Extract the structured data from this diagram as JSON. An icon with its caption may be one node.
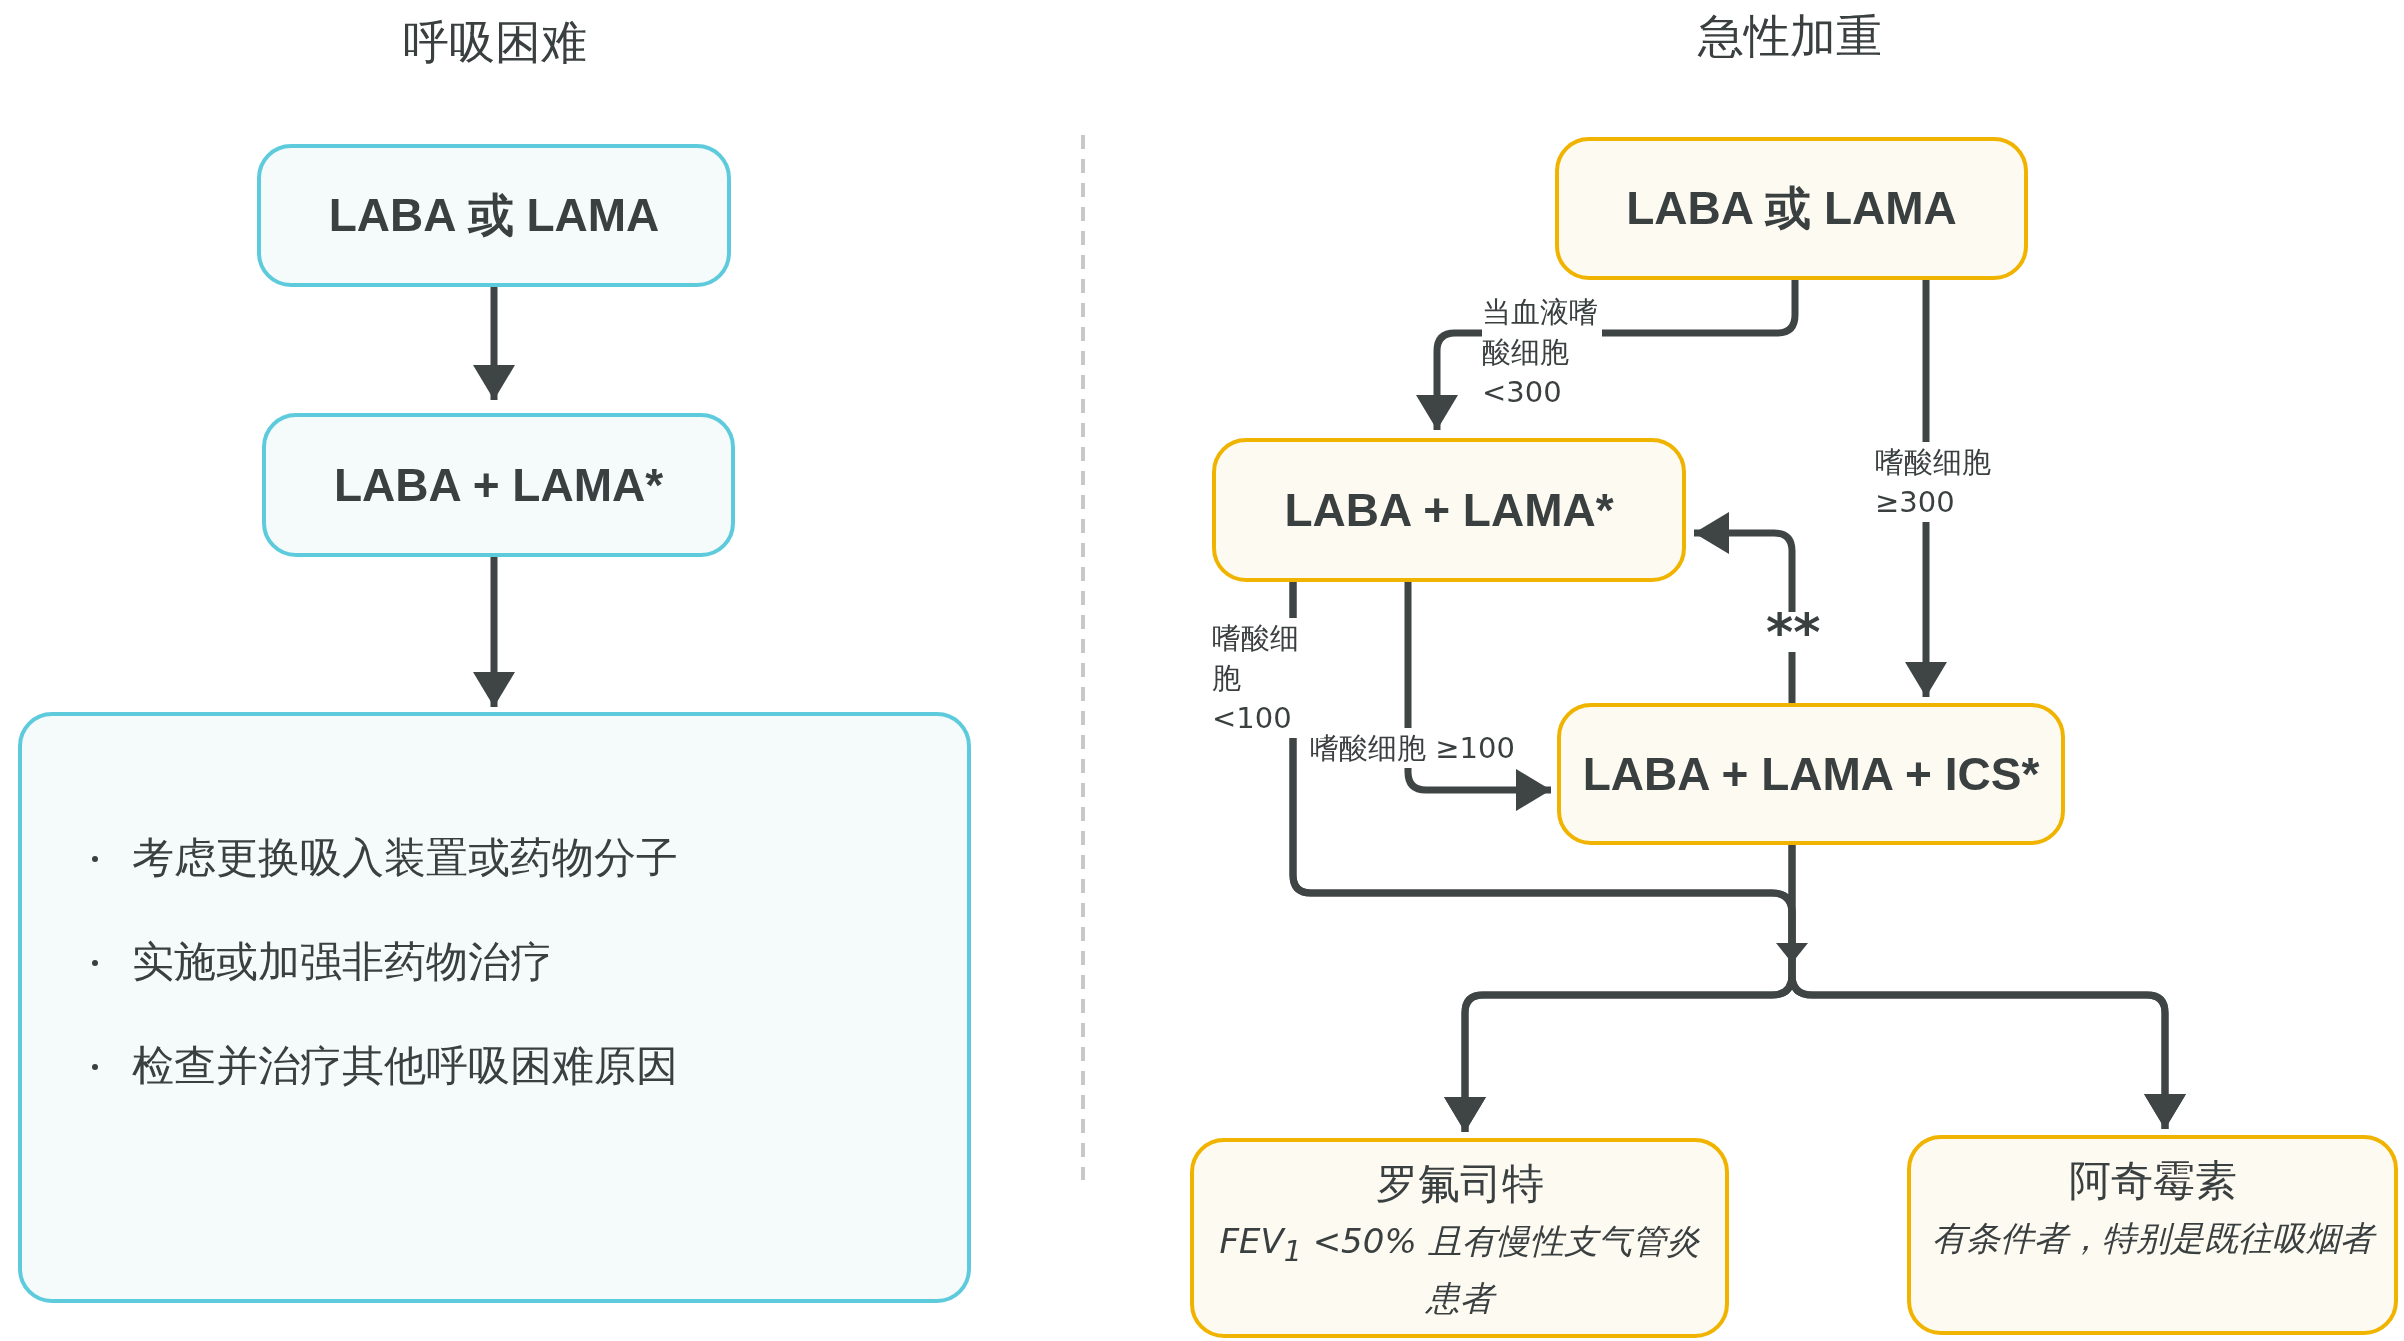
{
  "diagram": {
    "nodes": [
      {
        "text": [
          "LABA 或 LAMA"
        ]
      },
      {
        "text": [
          "LABA + LAMA*"
        ]
      },
      {
        "text": [
          "考虑更换吸入装置或药物分子",
          "实施或加强非药物治疗",
          "检查并治疗其他呼吸困难原因"
        ]
      },
      {
        "text": [
          "LABA 或 LAMA"
        ]
      },
      {
        "text": [
          "LABA + LAMA*"
        ]
      },
      {
        "text": [
          "LABA + LAMA + ICS*"
        ]
      },
      {
        "text": [
          "罗氟司特",
          "FEV$_{1}$ <50% 且有慢性支气管炎患者"
        ]
      },
      {
        "text": [
          "阿奇霉素",
          "有条件者，特别是既往吸烟者"
        ]
      }
    ],
    "edges": [
      {
        "from": 0,
        "to": 1,
        "arrow": "to"
      },
      {
        "from": 1,
        "to": 2,
        "arrow": "to"
      },
      {
        "from": 3,
        "to": 4,
        "arrow": "to",
        "label": "当血液嗜酸细胞 <300"
      },
      {
        "from": 3,
        "to": 5,
        "arrow": "to",
        "label": "嗜酸细胞≥300"
      },
      {
        "from": 5,
        "to": 4,
        "arrow": "to",
        "label": "**"
      },
      {
        "from": 4,
        "to": 5,
        "arrow": "to",
        "label": "嗜酸细胞 ≥100"
      },
      {
        "from": 4,
        "to": 6,
        "arrow": "to",
        "label": "嗜酸细胞 <100"
      },
      {
        "from": 4,
        "to": 7,
        "arrow": "to"
      },
      {
        "from": 5,
        "to": 6,
        "arrow": "to"
      },
      {
        "from": 5,
        "to": 7,
        "arrow": "to"
      }
    ],
    "labels": [
      "呼吸困难",
      "急性加重"
    ]
  }
}
